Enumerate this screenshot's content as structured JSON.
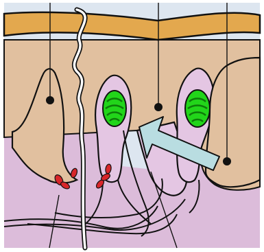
{
  "figure": {
    "colors": {
      "page_background": "#ffffff",
      "panel_background": "#dde6f0",
      "surface_layer": "#e3a84e",
      "tissue": "#e1c09f",
      "cell_fill": "#e4c6e3",
      "lower_region": "#dcbcda",
      "outline": "#111111",
      "nerve_fiber_fill": "#ffffff",
      "nucleus": "#111111",
      "receptor_green": "#22d51a",
      "receptor_green_dark": "#0e7a0a",
      "synapse_red": "#d8262a",
      "arrow_fill": "#b9dde1",
      "arrow_stroke": "#111111"
    },
    "components": [
      {
        "id": "surface-layer",
        "icon": "none"
      },
      {
        "id": "wavy-nerve-fiber",
        "icon": "none"
      },
      {
        "id": "supporting-cell-left",
        "icon": "none"
      },
      {
        "id": "receptor-cell-1",
        "icon": "none"
      },
      {
        "id": "receptor-cell-2",
        "icon": "none"
      },
      {
        "id": "supporting-cell-right",
        "icon": "none"
      },
      {
        "id": "highlight-arrow",
        "icon": "arrow"
      },
      {
        "id": "synaptic-contacts",
        "icon": "none"
      },
      {
        "id": "nerve-fibers-bundle",
        "icon": "none"
      }
    ]
  }
}
